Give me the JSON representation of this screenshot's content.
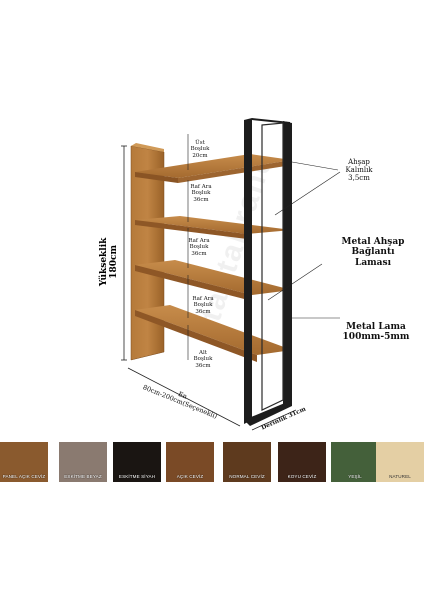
{
  "watermark": "tahtabrand",
  "labels": {
    "top_gap": [
      "Üst",
      "Boşluk",
      "20cm"
    ],
    "gap1": [
      "Raf Ara",
      "Boşluk",
      "36cm"
    ],
    "gap2": [
      "Raf Ara",
      "Boşluk",
      "36cm"
    ],
    "gap3": [
      "Raf Ara",
      "Boşluk",
      "36cm"
    ],
    "bottom_gap": [
      "Alt",
      "Boşluk",
      "36cm"
    ],
    "wood_thickness": [
      "Ahşap",
      "Kalınlık",
      "3,5cm"
    ],
    "bracket": [
      "Metal Ahşap Bağlantı",
      "Laması"
    ],
    "metal_strip": [
      "Metal Lama",
      "100mm-5mm"
    ],
    "height": [
      "Yükseklik",
      "180cm"
    ],
    "width": [
      "En",
      "80cm-200cm(Seçenekli)"
    ],
    "depth": "Derinlik 31cm"
  },
  "swatches": [
    {
      "name": "PANEL AÇIK CEVİZ",
      "color": "#8a5a2e"
    },
    {
      "name": "ESKİTME BEYAZ",
      "color": "#8a7a70"
    },
    {
      "name": "ESKİTME SİYAH",
      "color": "#1a1512"
    },
    {
      "name": "AÇIK CEVİZ",
      "color": "#7a4a26"
    },
    {
      "name": "NORMAL CEVİZ",
      "color": "#5e3a1e"
    },
    {
      "name": "KOYU CEVİZ",
      "color": "#3d2418"
    },
    {
      "name": "YEŞİL",
      "color": "#44603a"
    },
    {
      "name": "NATUREL",
      "color": "#e4cfa4"
    }
  ]
}
